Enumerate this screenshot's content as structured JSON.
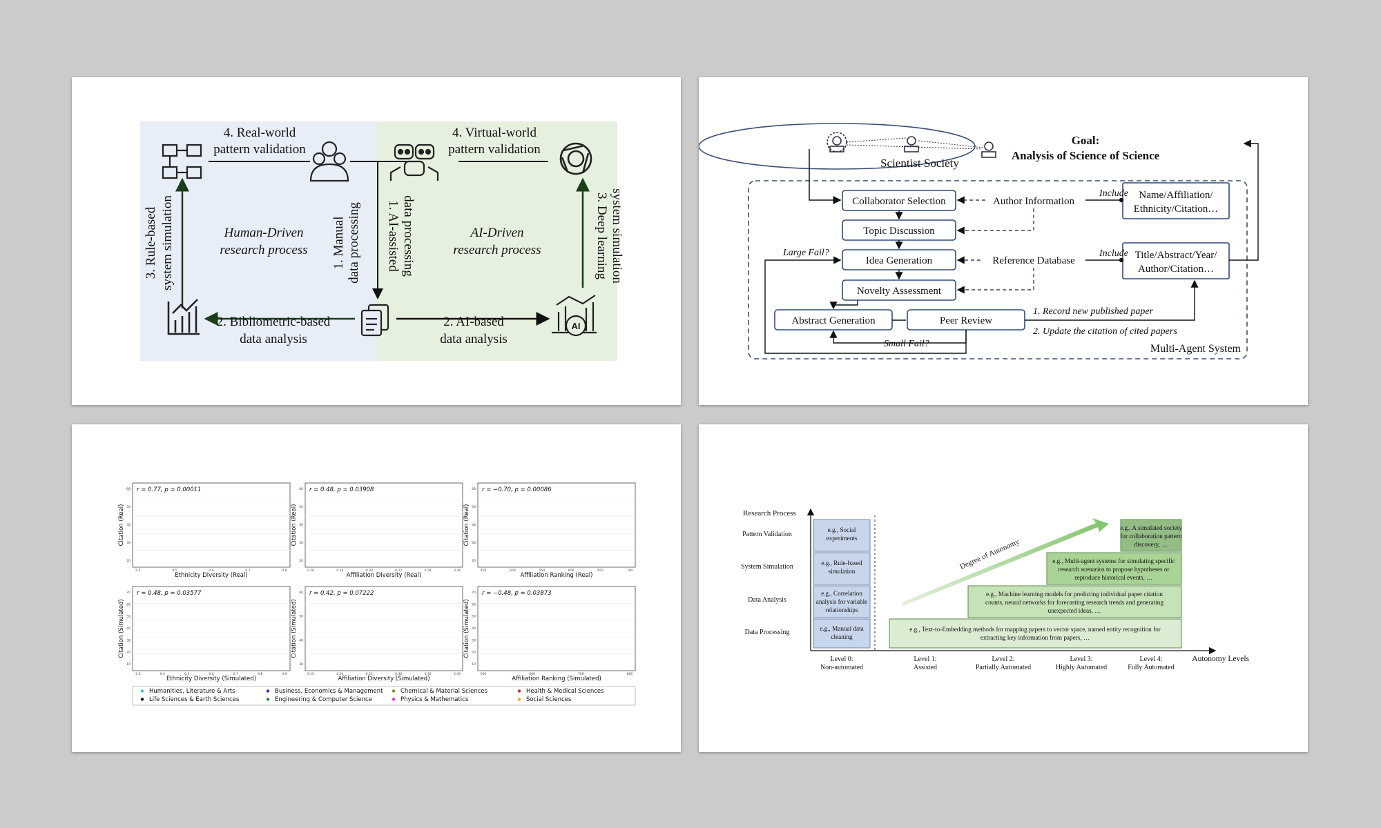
{
  "slide1": {
    "top_left_label": [
      "4. Real-world",
      "pattern validation"
    ],
    "top_right_label": [
      "4. Virtual-world",
      "pattern validation"
    ],
    "left_vertical_label": [
      "3. Rule-based",
      "system simulation"
    ],
    "right_vertical_label": [
      "3. Deep learning",
      "system simulation"
    ],
    "manual_label": [
      "1. Manual",
      "data processing"
    ],
    "ai_assisted_label": [
      "1. AI-assisted",
      "data processing"
    ],
    "human_process": [
      "Human-Driven",
      "research process"
    ],
    "ai_process": [
      "AI-Driven",
      "research process"
    ],
    "bottom_left_label": [
      "2. Bibliometric-based",
      "data analysis"
    ],
    "bottom_right_label": [
      "2. AI-based",
      "data analysis"
    ],
    "colors": {
      "left_bg": "#e8eef8",
      "right_bg": "#e6f0df",
      "arrow": "#2e5a2a"
    },
    "icons": [
      "flowchart-icon",
      "people-icon",
      "robots-icon",
      "openai-icon",
      "bar-chart-icon",
      "documents-icon",
      "ai-chart-icon"
    ]
  },
  "slide2": {
    "society": "Scientist Society",
    "goal_line1": "Goal:",
    "goal_line2": "Analysis of Science of Science",
    "boxes": {
      "collaborator": "Collaborator Selection",
      "topic": "Topic Discussion",
      "idea": "Idea Generation",
      "novelty": "Novelty Assessment",
      "abstract": "Abstract Generation",
      "peer": "Peer Review"
    },
    "author_info": "Author Information",
    "reference_db": "Reference Database",
    "include1": "Include",
    "include2": "Include",
    "name_box": [
      "Name/Affiliation/",
      "Ethnicity/Citation…"
    ],
    "title_box": [
      "Title/Abstract/Year/",
      "Author/Citation…"
    ],
    "large_fail": "Large Fail?",
    "small_fail": "Small Fail?",
    "record": "1. Record new published paper",
    "update": "2. Update the citation of cited papers",
    "mas": "Multi-Agent System",
    "colors": {
      "box_border": "#2f4a78",
      "dash": "#33415f"
    }
  },
  "slide3": {
    "panels": [
      {
        "stat": "r = 0.77, p = 0.00011",
        "ylabel": "Citation (Real)",
        "xlabel": "Ethnicity Diversity (Real)",
        "xticks": [
          "0.4",
          "0.5",
          "0.6",
          "0.7",
          "0.8"
        ],
        "yticks": [
          "20",
          "30",
          "40",
          "50",
          "60"
        ]
      },
      {
        "stat": "r = 0.48, p = 0.03908",
        "ylabel": "Citation (Real)",
        "xlabel": "Affiliation Diversity (Real)",
        "xticks": [
          "0.26",
          "0.28",
          "0.30",
          "0.32",
          "0.34",
          "0.36"
        ],
        "yticks": [
          "20",
          "30",
          "40",
          "50",
          "60"
        ]
      },
      {
        "stat": "r = −0.70, p = 0.00086",
        "ylabel": "Citation (Real)",
        "xlabel": "Affiliation Ranking (Real)",
        "xticks": [
          "450",
          "500",
          "550",
          "600",
          "650",
          "700"
        ],
        "yticks": [
          "20",
          "30",
          "40",
          "50",
          "60"
        ]
      },
      {
        "stat": "r = 0.48, p = 0.03577",
        "ylabel": "Citation (Simulated)",
        "xlabel": "Ethnicity Diversity (Simulated)",
        "xticks": [
          "0.3",
          "0.4",
          "0.5",
          "0.6",
          "0.7",
          "0.8",
          "0.9"
        ],
        "yticks": [
          "10",
          "20",
          "30",
          "40",
          "50",
          "60",
          "70"
        ]
      },
      {
        "stat": "r = 0.42, p = 0.07222",
        "ylabel": "Citation (Simulated)",
        "xlabel": "Affiliation Diversity (Simulated)",
        "xticks": [
          "0.15",
          "0.20",
          "0.25",
          "0.30",
          "0.35",
          "0.40"
        ],
        "yticks": [
          "30",
          "40",
          "50",
          "60"
        ]
      },
      {
        "stat": "r = −0.48, p = 0.03873",
        "ylabel": "Citation (Simulated)",
        "xlabel": "Affiliation Ranking (Simulated)",
        "xticks": [
          "500",
          "600",
          "700",
          "800"
        ],
        "yticks": [
          "10",
          "20",
          "30",
          "40",
          "50",
          "60",
          "70"
        ]
      }
    ],
    "legend": [
      {
        "name": "Humanities, Literature & Arts",
        "color": "#33c9d8"
      },
      {
        "name": "Business, Economics & Management",
        "color": "#2a2adb"
      },
      {
        "name": "Chemical & Material Sciences",
        "color": "#8a8a22"
      },
      {
        "name": "Health & Medical Sciences",
        "color": "#e0262a"
      },
      {
        "name": "Life Sciences & Earth Sciences",
        "color": "#111111"
      },
      {
        "name": "Engineering & Computer Science",
        "color": "#1d8a2c"
      },
      {
        "name": "Physics & Mathematics",
        "color": "#d83ad8"
      },
      {
        "name": "Social Sciences",
        "color": "#f0a21c"
      }
    ]
  },
  "slide4": {
    "y_title": "Research Process",
    "x_title": "Autonomy Levels",
    "rows": [
      "Pattern Validation",
      "System Simulation",
      "Data Analysis",
      "Data Processing"
    ],
    "levels": [
      {
        "name": "Level 0:",
        "desc": "Non-automated"
      },
      {
        "name": "Level 1:",
        "desc": "Assisted"
      },
      {
        "name": "Level 2:",
        "desc": "Partially Automated"
      },
      {
        "name": "Level 3:",
        "desc": "Highly Automated"
      },
      {
        "name": "Level 4:",
        "desc": "Fully Automated"
      }
    ],
    "level0_boxes": [
      [
        "e.g., Social",
        "experiments"
      ],
      [
        "e.g., Rule-based",
        "simulation"
      ],
      [
        "e.g., Correlation",
        "analysis for variable",
        "relationships"
      ],
      [
        "e.g., Manual data",
        "cleaning"
      ]
    ],
    "green_boxes": [
      [
        "e.g., A simulated society",
        "for collaboration pattern",
        "discovery, …"
      ],
      [
        "e.g., Multi-agent systems for simulating specific",
        "research scenarios to propose hypotheses or",
        "reproduce historical events, …"
      ],
      [
        "e.g., Machine learning models for predicting individual paper citation",
        "counts, neural networks for forecasting research trends and generating",
        "unexpected ideas, …"
      ],
      [
        "e.g., Text-to-Embedding methods for mapping papers to vector space, named entity recognition for",
        "extracting key information from papers, …"
      ]
    ],
    "arrow_label": "Degree of Autonomy",
    "colors": {
      "blue_box": "#c8d6ec",
      "green1": "#dcecd2",
      "green2": "#c6e2b8",
      "green3": "#a9d496",
      "green4": "#94bd86"
    }
  }
}
